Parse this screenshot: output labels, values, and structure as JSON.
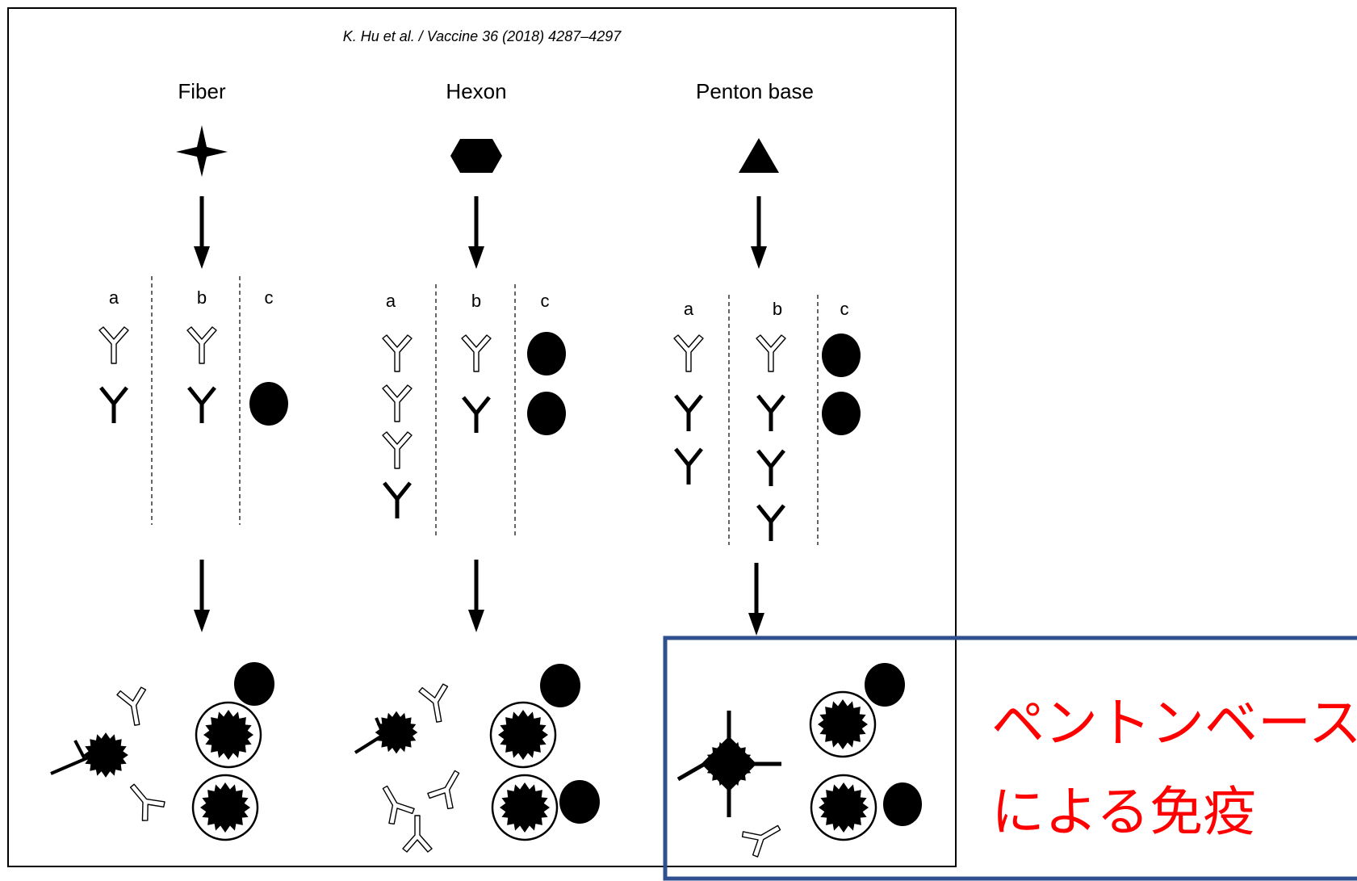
{
  "citation": "K. Hu et al. / Vaccine 36 (2018) 4287–4297",
  "panels": [
    {
      "title": "Fiber",
      "antigen_icon": "four-point-star-icon",
      "columns": [
        "a",
        "b",
        "c"
      ]
    },
    {
      "title": "Hexon",
      "antigen_icon": "hexagon-icon",
      "columns": [
        "a",
        "b",
        "c"
      ]
    },
    {
      "title": "Penton base",
      "antigen_icon": "triangle-icon",
      "columns": [
        "a",
        "b",
        "c"
      ]
    }
  ],
  "annotation": {
    "line1": "ペントンベース",
    "line2": "による免疫",
    "text_color": "#ff0000",
    "box_color": "#2f4f8f"
  }
}
